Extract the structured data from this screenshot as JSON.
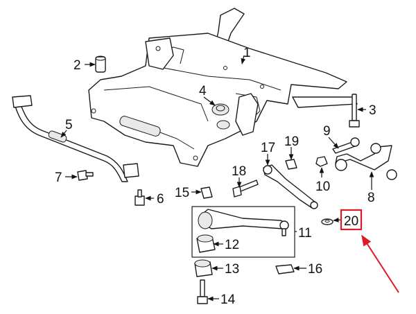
{
  "callouts": [
    "1",
    "2",
    "3",
    "4",
    "5",
    "6",
    "7",
    "8",
    "9",
    "10",
    "11",
    "12",
    "13",
    "14",
    "15",
    "16",
    "17",
    "18",
    "19",
    "20"
  ],
  "colors": {
    "line": "#1a1a1a",
    "highlight_box": "#e0192a",
    "arrow": "#e0192a",
    "background": "#ffffff"
  },
  "highlighted_part": "20"
}
